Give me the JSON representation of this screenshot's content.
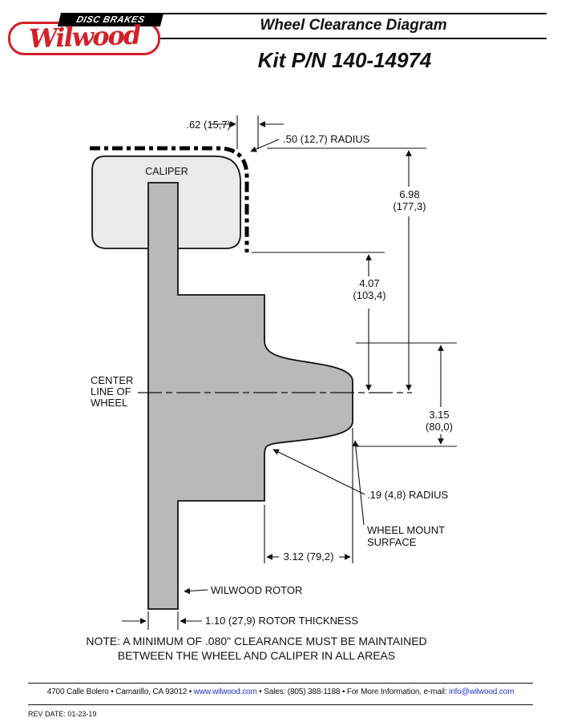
{
  "logo": {
    "disc_brakes": "DISC BRAKES",
    "brand": "Wilwood",
    "brand_color": "#d42027"
  },
  "header": {
    "title": "Wheel Clearance Diagram",
    "kit_number": "Kit P/N 140-14974"
  },
  "diagram": {
    "colors": {
      "caliper_fill": "#eaeaea",
      "rotor_fill": "#b9b9b9",
      "line": "#111111"
    },
    "caliper_label": "CALIPER",
    "centerline_label": [
      "CENTER",
      "LINE OF",
      "WHEEL"
    ],
    "dim_62": ".62 (15,7)",
    "radius_50": ".50 (12,7) RADIUS",
    "dim_698_in": "6.98",
    "dim_698_mm": "(177,3)",
    "dim_407_in": "4.07",
    "dim_407_mm": "(103,4)",
    "dim_315_in": "3.15",
    "dim_315_mm": "(80,0)",
    "dim_312": "3.12 (79,2)",
    "radius_19": ".19 (4,8) RADIUS",
    "wheel_mount": [
      "WHEEL MOUNT",
      "SURFACE"
    ],
    "rotor_label": "WILWOOD ROTOR",
    "rotor_thickness": "1.10 (27,9) ROTOR THICKNESS",
    "note_line1": "NOTE: A MINIMUM OF .080\" CLEARANCE MUST BE MAINTAINED",
    "note_line2": "BETWEEN THE WHEEL AND CALIPER IN ALL AREAS"
  },
  "footer": {
    "address": "4700 Calle Bolero • Camarillo, CA 93012 • ",
    "website": "www.wilwood.com",
    "middle": " • Sales: (805) 388-1188 • For More Information, e-mail: ",
    "email": "info@wilwood.com",
    "link_color": "#2233cc",
    "rev_date": "REV DATE:  01-23-19"
  }
}
